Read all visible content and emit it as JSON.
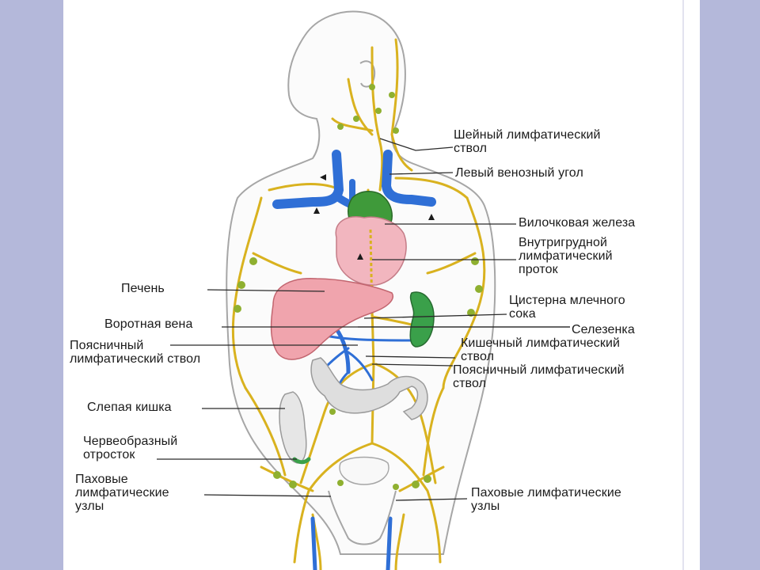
{
  "labels": {
    "cervical_trunk": "Шейный лимфатический\nствол",
    "left_venous_angle": "Левый венозный угол",
    "thymus": "Вилочковая железа",
    "thoracic_duct": "Внутригрудной\nлимфатический\nпроток",
    "liver": "Печень",
    "cisterna_chyli": "Цистерна млечного\nсока",
    "portal_vein": "Воротная вена",
    "spleen": "Селезенка",
    "lumbar_trunk_left": "Поясничный\nлимфатический ствол",
    "intestinal_trunk": "Кишечный лимфатический\nствол",
    "lumbar_trunk_right": "Поясничный лимфатический\nствол",
    "cecum": "Слепая кишка",
    "appendix": "Червеобразный\nотросток",
    "inguinal_nodes_left": "Паховые\nлимфатические\nузлы",
    "inguinal_nodes_right": "Паховые лимфатические\nузлы"
  },
  "colors": {
    "background": "#b4b8da",
    "panel": "#ffffff",
    "lymph_vessel": "#d9b21f",
    "vein": "#2f6fd6",
    "thymus": "#3f9a3a",
    "heart": "#f2b6bf",
    "liver": "#f0a4ad",
    "spleen": "#3aa04a",
    "intestine": "#d8d8d8",
    "body_outline": "#9a9a9a"
  }
}
